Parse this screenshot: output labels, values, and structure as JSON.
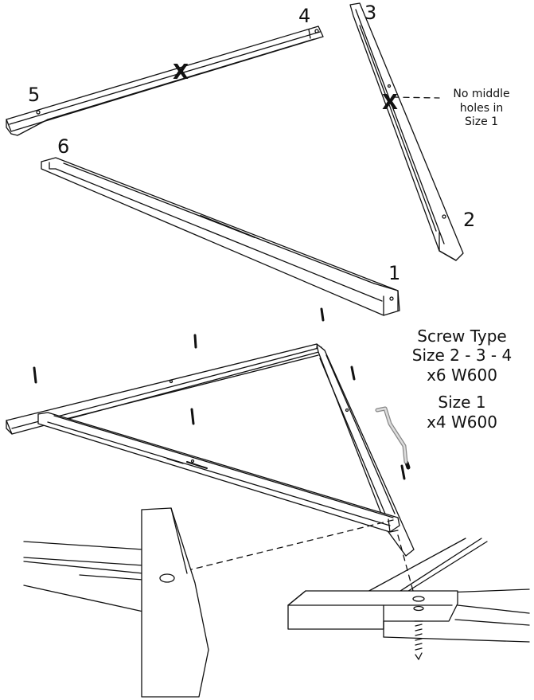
{
  "part_numbers": {
    "p1": "1",
    "p2": "2",
    "p3": "3",
    "p4": "4",
    "p5": "5",
    "p6": "6"
  },
  "marks": {
    "x_left": "X",
    "x_right": "X"
  },
  "note": {
    "line1": "No middle",
    "line2": "holes in",
    "line3": "Size 1"
  },
  "screw_info": {
    "title": "Screw Type",
    "size_a": "Size 2 - 3 - 4",
    "qty_a": "x6 W600",
    "size_b": "Size 1",
    "qty_b": "x4 W600"
  }
}
